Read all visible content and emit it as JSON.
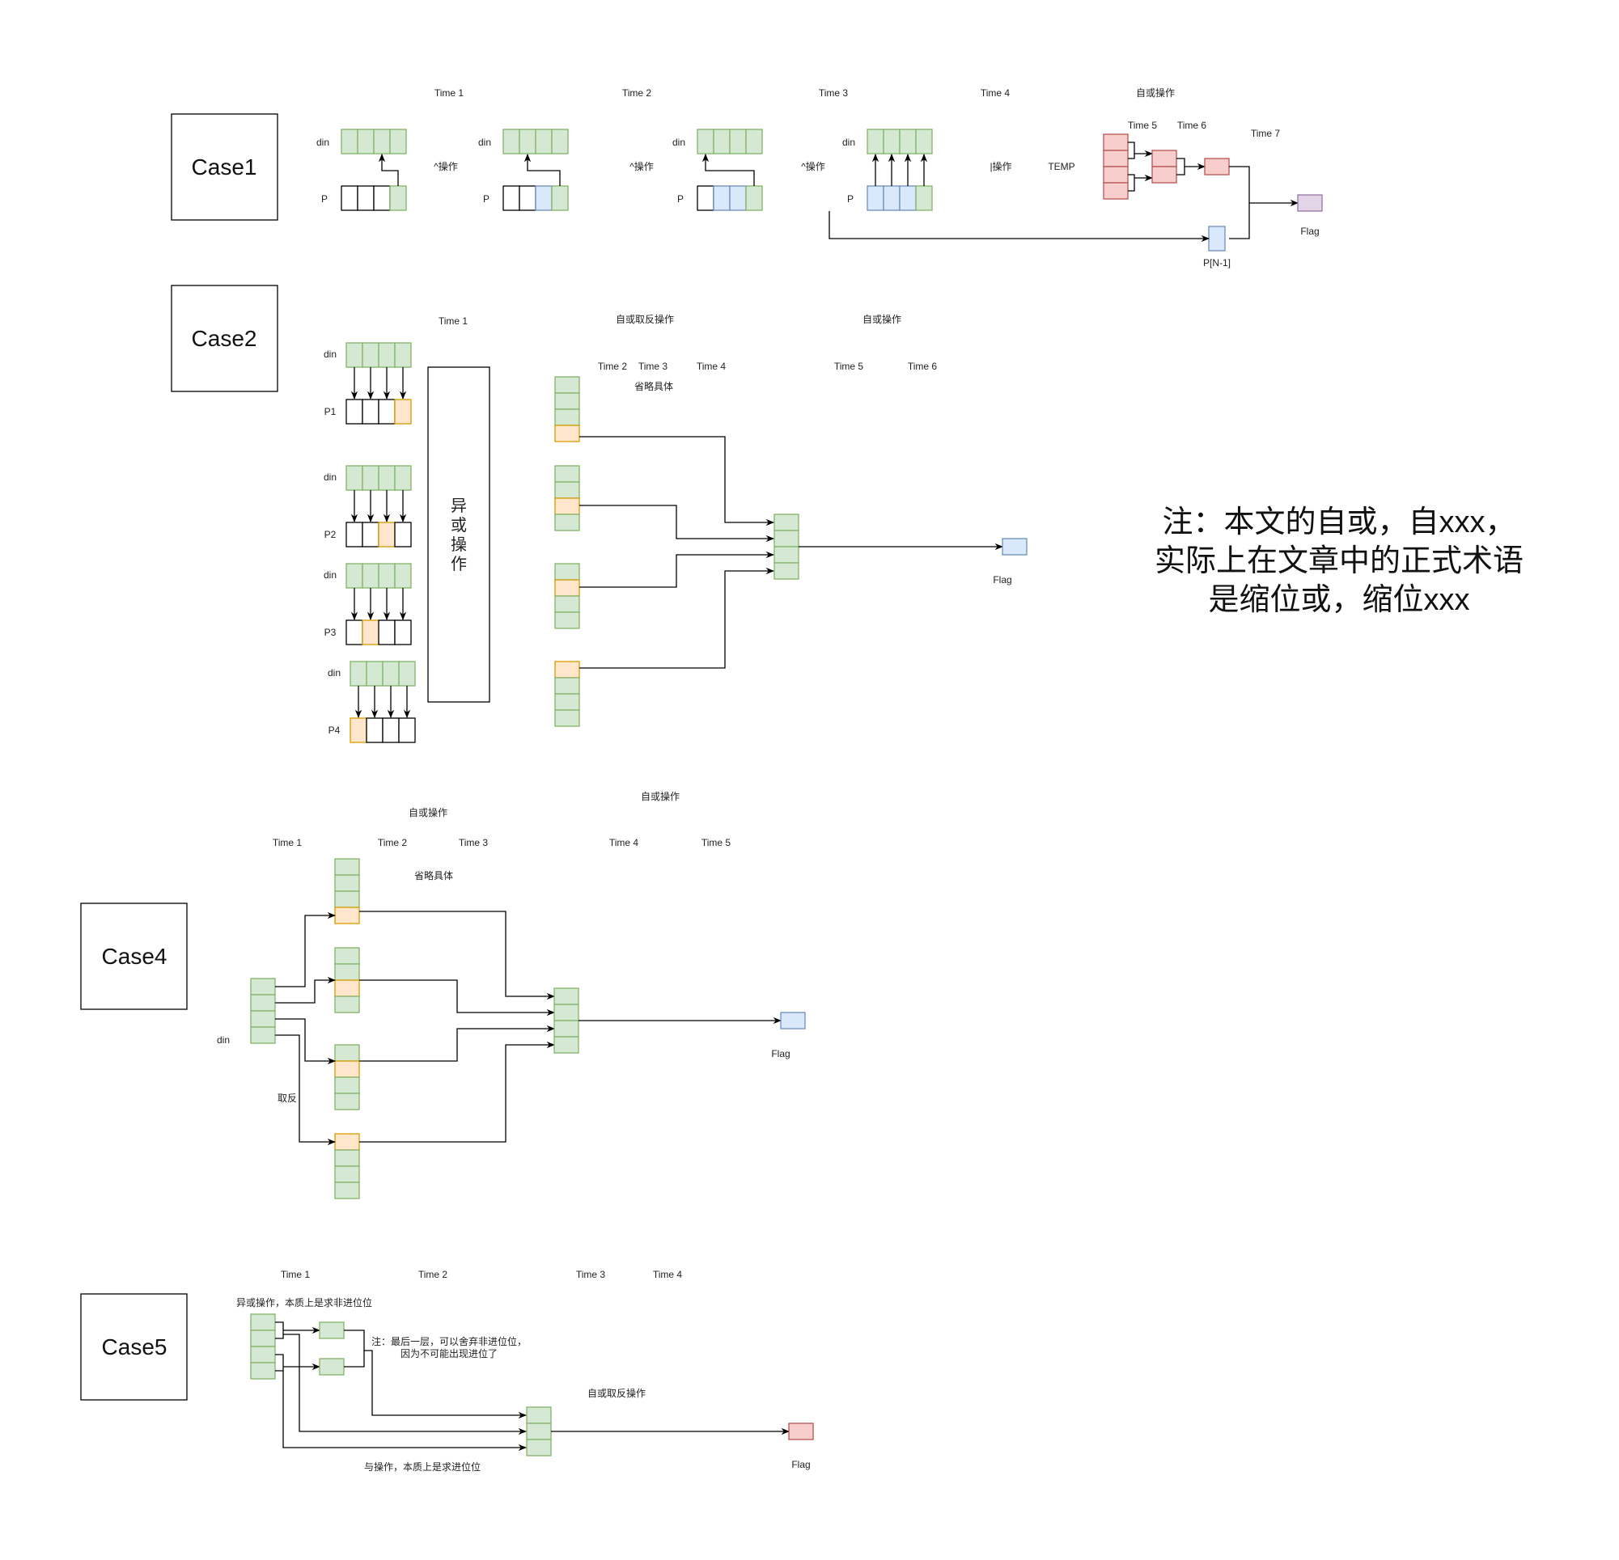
{
  "colors": {
    "green_fill": "#d5e8d4",
    "green_stroke": "#82b366",
    "orange_fill": "#ffe6cc",
    "orange_stroke": "#d79b00",
    "blue_fill": "#dae8fc",
    "blue_stroke": "#6c8ebf",
    "red_fill": "#f8cecc",
    "red_stroke": "#b85450",
    "purple_fill": "#e1d5e7",
    "purple_stroke": "#9673a6"
  },
  "note": {
    "lines": [
      "注：本文的自或，自xxx，",
      "实际上在文章中的正式术语",
      "是缩位或，缩位xxx"
    ]
  },
  "case1": {
    "title": "Case1",
    "times": [
      "Time 1",
      "Time 2",
      "Time 3",
      "Time 4"
    ],
    "reduce_label": "自或操作",
    "time5": "Time 5",
    "time6": "Time 6",
    "time7": "Time 7",
    "din_label": "din",
    "p_label": "P",
    "xor_op": "^操作",
    "or_op": "|操作",
    "temp_label": "TEMP",
    "pn1_label": "P[N-1]",
    "flag_label": "Flag",
    "stages": [
      {
        "din": [
          "green",
          "green",
          "green",
          "green"
        ],
        "p": [
          "white",
          "white",
          "white",
          "green"
        ]
      },
      {
        "din": [
          "green",
          "green",
          "green",
          "green"
        ],
        "p": [
          "white",
          "white",
          "blue",
          "green"
        ]
      },
      {
        "din": [
          "green",
          "green",
          "green",
          "green"
        ],
        "p": [
          "white",
          "blue",
          "blue",
          "green"
        ]
      },
      {
        "din": [
          "green",
          "green",
          "green",
          "green"
        ],
        "p": [
          "blue",
          "blue",
          "blue",
          "green"
        ]
      }
    ]
  },
  "case2": {
    "title": "Case2",
    "time1": "Time 1",
    "xnor_label": "自或取反操作",
    "reduce_label": "自或操作",
    "times": [
      "Time 2",
      "Time 3",
      "Time 4",
      "Time 5",
      "Time 6"
    ],
    "omit_label": "省略具体",
    "xor_block": [
      "异",
      "或",
      "操",
      "作"
    ],
    "din_label": "din",
    "rows": [
      {
        "label": "P1",
        "highlight": 3
      },
      {
        "label": "P2",
        "highlight": 2
      },
      {
        "label": "P3",
        "highlight": 1
      },
      {
        "label": "P4",
        "highlight": 0
      }
    ],
    "columns_highlight": [
      3,
      2,
      1,
      0
    ],
    "flag_label": "Flag"
  },
  "case4": {
    "title": "Case4",
    "reduce_label": "自或操作",
    "reduce_label2": "自或操作",
    "times": [
      "Time 1",
      "Time 2",
      "Time 3",
      "Time 4",
      "Time 5"
    ],
    "omit_label": "省略具体",
    "din_label": "din",
    "invert_label": "取反",
    "columns_highlight": [
      3,
      2,
      1,
      0
    ],
    "flag_label": "Flag"
  },
  "case5": {
    "title": "Case5",
    "times": [
      "Time 1",
      "Time 2",
      "Time 3",
      "Time 4"
    ],
    "xor_note": "异或操作，本质上是求非进位位",
    "last_layer_note": [
      "注：最后一层，可以舍弃非进位位，",
      "因为不可能出现进位了"
    ],
    "xnor_label": "自或取反操作",
    "and_note": "与操作，本质上是求进位位",
    "flag_label": "Flag"
  }
}
